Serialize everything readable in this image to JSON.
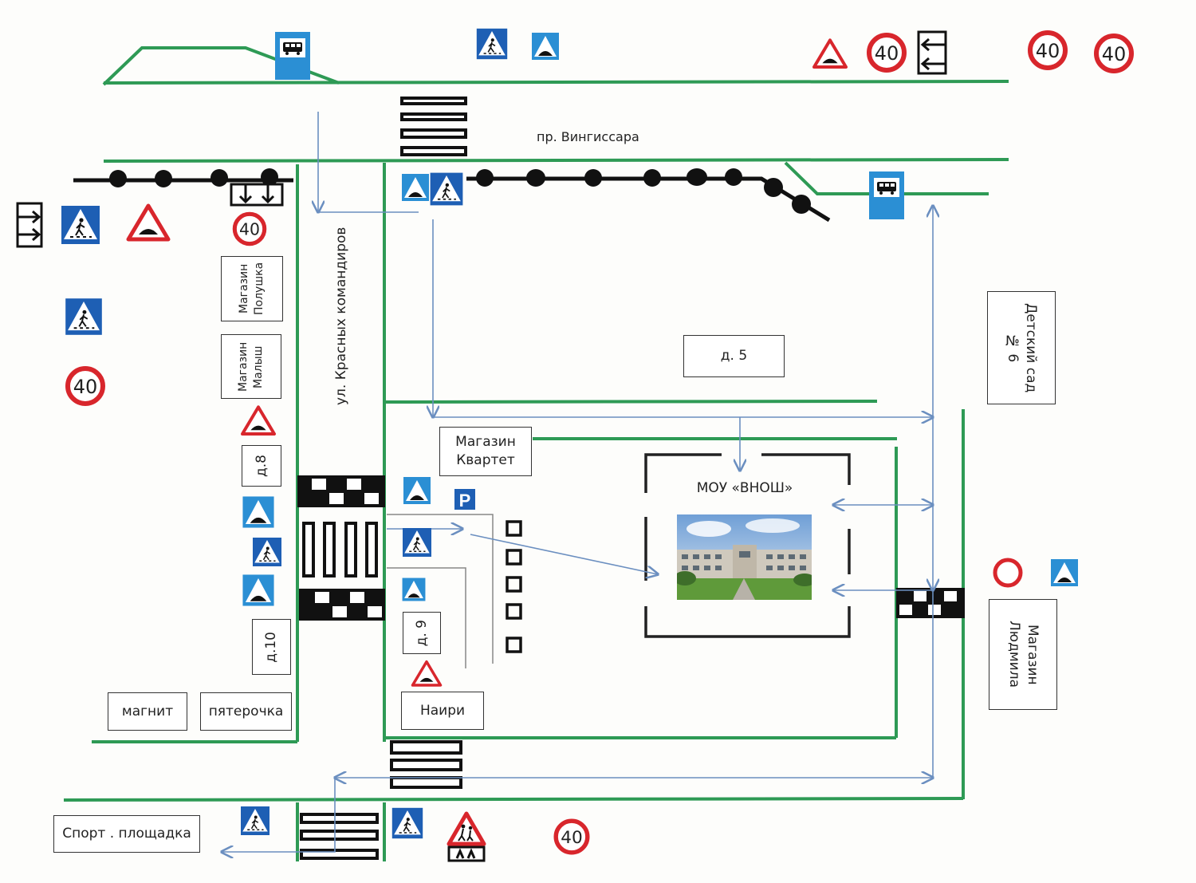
{
  "streets": {
    "vingissara": "пр. Вингиссара",
    "krasnykh_komandirov": "ул. Красных командиров"
  },
  "buildings": {
    "polushka": "Магазин Полушка",
    "malysh": "Магазин Малыш",
    "d8": "д.8",
    "d10": "д.10",
    "magnit": "магнит",
    "pyaterochka": "пятерочка",
    "kvartet": "Магазин Квартет",
    "d9": "д. 9",
    "nairi": "Наири",
    "d5": "д. 5",
    "school": "МОУ «ВНОШ»",
    "kindergarten": "Детский сад № 6",
    "lyudmila": "Магазин Людмила",
    "sport": "Спорт . площадка"
  },
  "signs": {
    "speed_limit": "40",
    "parking": "P"
  },
  "colors": {
    "road_edge": "#2e9a55",
    "route_arrow": "#6b8fc0",
    "sign_blue": "#1e5fb4",
    "sign_red": "#d8262c",
    "bus_stop_blue": "#2b8fd4"
  }
}
